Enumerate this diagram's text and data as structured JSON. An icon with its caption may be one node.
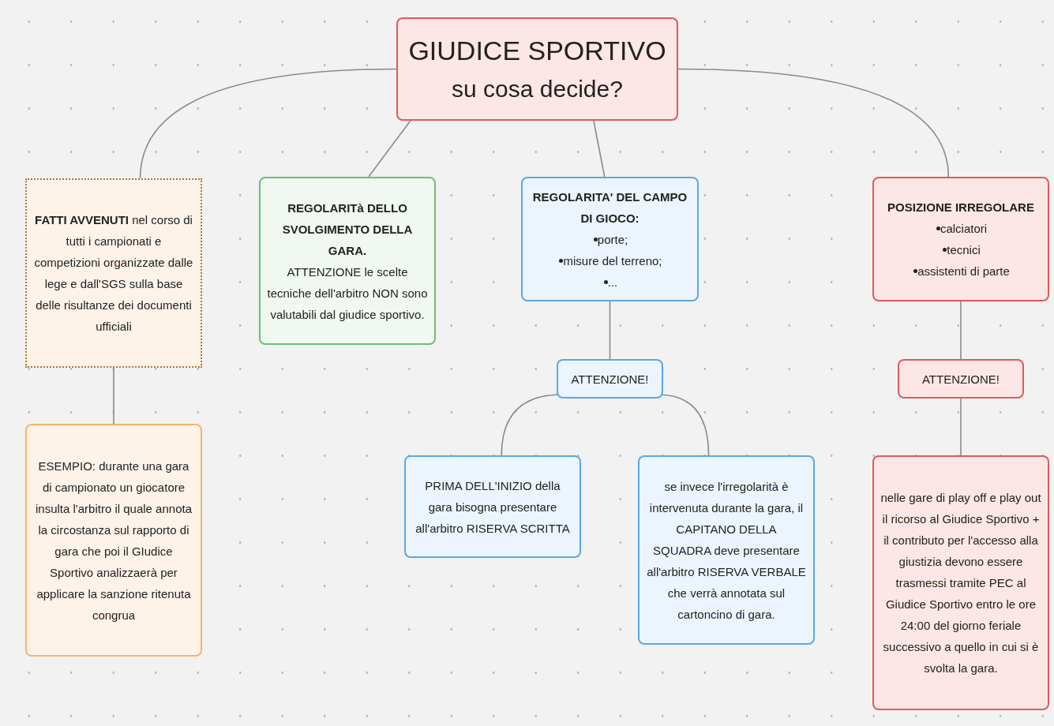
{
  "diagram": {
    "nodes": [
      {
        "text": [
          "GIUDICE SPORTIVO",
          "su cosa decide?"
        ]
      },
      {
        "text": [
          "**FATTI AVVENUTI** nel corso di tutti i campionati e competizioni organizzate dalle lege e dall'SGS sulla base delle risultanze dei documenti ufficiali"
        ]
      },
      {
        "text": [
          "REGOLARITà DELLO SVOLGIMENTO DELLA GARA.",
          "ATTENZIONE le scelte tecniche dell'arbitro NON sono valutabili dal giudice sportivo."
        ]
      },
      {
        "text": [
          "REGOLARITA' DEL CAMPO DI GIOCO:",
          "porte;",
          "misure del terreno;",
          "..."
        ]
      },
      {
        "text": [
          "POSIZIONE IRREGOLARE",
          "calciatori",
          "tecnici",
          "assistenti di parte"
        ]
      },
      {
        "text": [
          "ESEMPIO: durante una gara di campionato un giocatore  insulta l'arbitro il quale annota la circostanza sul rapporto di gara che poi il GIudice Sportivo analizzaerà per applicare la sanzione ritenuta congrua"
        ]
      },
      {
        "text": [
          "ATTENZIONE!"
        ]
      },
      {
        "text": [
          "PRIMA DELL'INIZIO della gara bisogna presentare all'arbitro RISERVA SCRITTA"
        ]
      },
      {
        "text": [
          "se invece l'irregolarità è intervenuta durante la gara, il CAPITANO DELLA SQUADRA deve presentare all'arbitro RISERVA  VERBALE che verrà annotata sul cartoncino di gara."
        ]
      },
      {
        "text": [
          "ATTENZIONE!"
        ]
      },
      {
        "text": [
          "nelle gare di play off e play out il ricorso al Giudice Sportivo + il contributo per l'accesso alla giustizia devono essere trasmessi tramite PEC al Giudice Sportivo entro le ore 24:00 del giorno feriale successivo a quello in cui si è svolta la gara."
        ]
      }
    ],
    "edges": [
      {
        "from": 0,
        "to": 1,
        "arrow": "none"
      },
      {
        "from": 0,
        "to": 2,
        "arrow": "none"
      },
      {
        "from": 0,
        "to": 3,
        "arrow": "none"
      },
      {
        "from": 0,
        "to": 4,
        "arrow": "none"
      },
      {
        "from": 1,
        "to": 5,
        "arrow": "none"
      },
      {
        "from": 3,
        "to": 6,
        "arrow": "none"
      },
      {
        "from": 6,
        "to": 7,
        "arrow": "none"
      },
      {
        "from": 6,
        "to": 8,
        "arrow": "none"
      },
      {
        "from": 4,
        "to": 9,
        "arrow": "none"
      },
      {
        "from": 9,
        "to": 10,
        "arrow": "none"
      }
    ]
  }
}
